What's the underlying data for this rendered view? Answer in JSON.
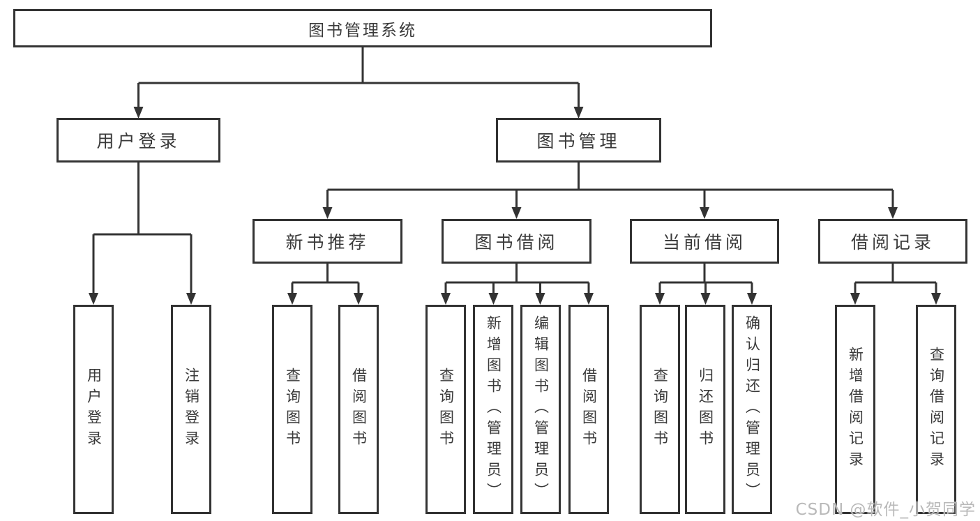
{
  "diagram": {
    "root": {
      "label": "图书管理系统"
    },
    "level2": [
      {
        "label": "用户登录"
      },
      {
        "label": "图书管理"
      }
    ],
    "level3": [
      {
        "label": "新书推荐"
      },
      {
        "label": "图书借阅"
      },
      {
        "label": "当前借阅"
      },
      {
        "label": "借阅记录"
      }
    ],
    "leaves": {
      "user_login": [
        "用户登录",
        "注销登录"
      ],
      "new_book": [
        "查询图书",
        "借阅图书"
      ],
      "borrow": [
        "查询图书",
        "新增图书（管理员）",
        "编辑图书（管理员）",
        "借阅图书"
      ],
      "current": [
        "查询图书",
        "归还图书",
        "确认归还（管理员）"
      ],
      "records": [
        "新增借阅记录",
        "查询借阅记录"
      ]
    }
  },
  "watermark": "CSDN @软件_小贺同学",
  "colors": {
    "line": "#333333",
    "text": "#3a3a3a",
    "background": "#ffffff",
    "watermark": "#b9b9b9"
  }
}
